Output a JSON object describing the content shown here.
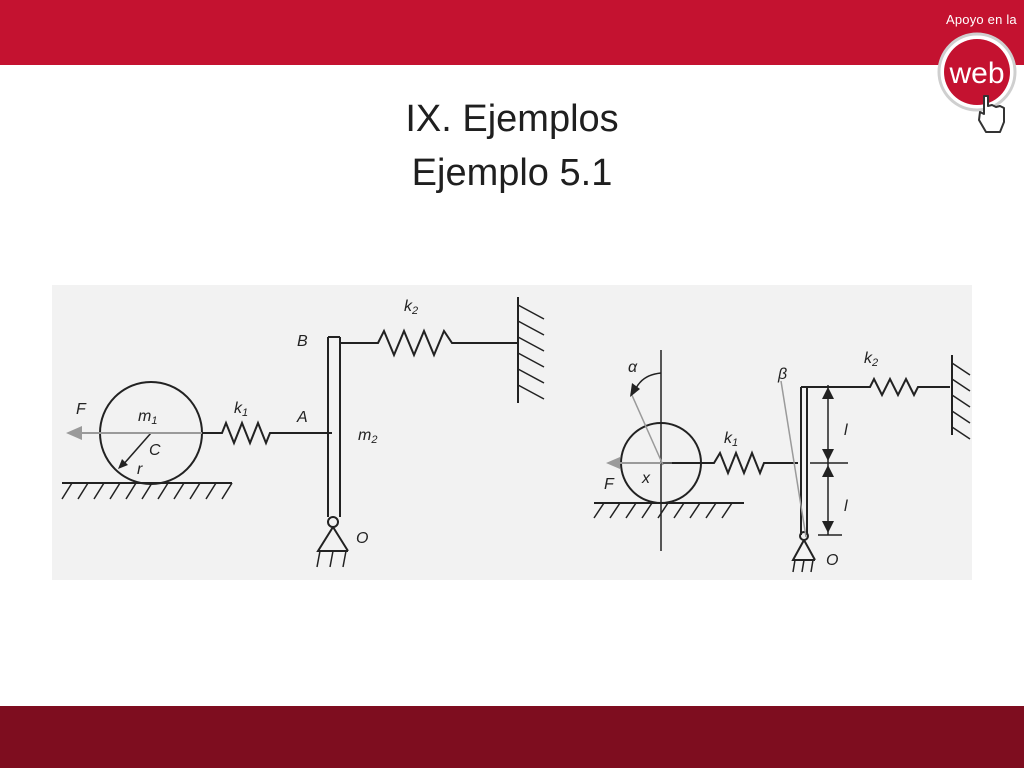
{
  "header": {
    "brand_caption": "Apoyo en la",
    "brand_logo_text": "web"
  },
  "slide": {
    "title_line1": "IX. Ejemplos",
    "title_line2": "Ejemplo 5.1"
  },
  "figure_left": {
    "F": "F",
    "m": "m",
    "m_sub": "1",
    "C": "C",
    "r": "r",
    "k1": "k",
    "k1_sub": "1",
    "k2": "k",
    "k2_sub": "2",
    "A": "A",
    "B": "B",
    "m2": "m",
    "m2_sub": "2",
    "O": "O"
  },
  "figure_right": {
    "alpha": "α",
    "beta": "β",
    "k2": "k",
    "k2_sub": "2",
    "k1": "k",
    "k1_sub": "1",
    "l_top": "l",
    "l_bottom": "l",
    "x": "x",
    "F": "F",
    "O": "O"
  },
  "colors": {
    "top_bar": "#c41230",
    "bottom_bar": "#7e0d1f",
    "figure_bg": "#f2f2f2",
    "ink": "#222222",
    "force_arrow": "#9a9a9a"
  }
}
